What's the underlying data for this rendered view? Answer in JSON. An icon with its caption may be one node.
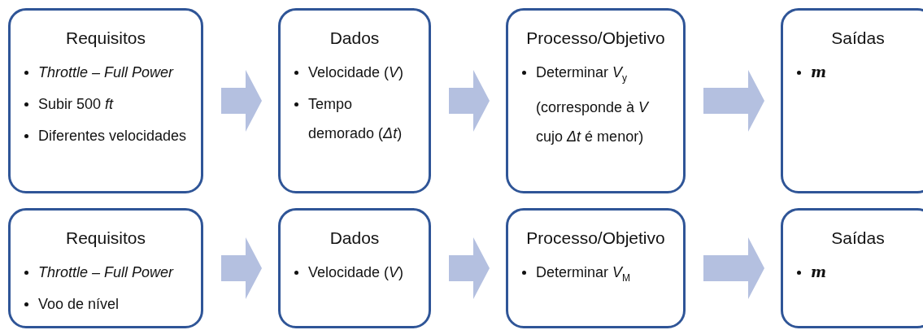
{
  "diagram": {
    "nodes": [
      {
        "text": [
          "Requisitos",
          "*Throttle – Full Power*",
          "Subir 500 *ft*",
          "Diferentes velocidades"
        ]
      },
      {
        "text": [
          "Dados",
          "Velocidade (*V*)",
          "Tempo demorado (*Δt*)"
        ]
      },
      {
        "text": [
          "Processo/Objetivo",
          "Determinar *V*$_{y}$ (corresponde à *V* cujo *Δt* é menor)"
        ]
      },
      {
        "text": [
          "Saídas",
          "**m**"
        ]
      },
      {
        "text": [
          "Requisitos",
          "*Throttle – Full Power*",
          "Voo de nível"
        ]
      },
      {
        "text": [
          "Dados",
          "Velocidade (*V*)"
        ]
      },
      {
        "text": [
          "Processo/Objetivo",
          "Determinar *V*$_{M}$"
        ]
      },
      {
        "text": [
          "Saídas",
          "**m**"
        ]
      }
    ],
    "edges": [
      {
        "from": 0,
        "to": 1,
        "arrow": "to"
      },
      {
        "from": 1,
        "to": 2,
        "arrow": "to"
      },
      {
        "from": 2,
        "to": 3,
        "arrow": "to"
      },
      {
        "from": 4,
        "to": 5,
        "arrow": "to"
      },
      {
        "from": 5,
        "to": 6,
        "arrow": "to"
      },
      {
        "from": 6,
        "to": 7,
        "arrow": "to"
      }
    ]
  }
}
